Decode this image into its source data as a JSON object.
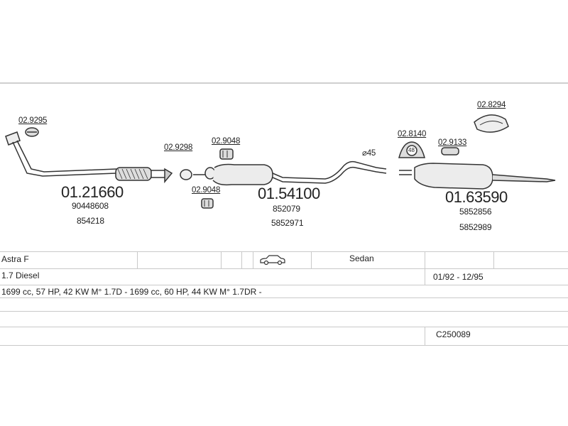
{
  "parts": {
    "clamp_1": "02.9295",
    "pipe_front": "01.21660",
    "pipe_front_oem_1": "90448608",
    "pipe_front_oem_2": "854218",
    "clamp_2": "02.9298",
    "clamp_3": "02.9048",
    "clamp_4": "02.9048",
    "middle_silencer": "01.54100",
    "middle_oem_1": "852079",
    "middle_oem_2": "5852971",
    "diameter": "⌀45",
    "clamp_5": "02.8140",
    "clamp_5_inner": "48",
    "clamp_6": "02.9133",
    "ring": "02.8294",
    "rear_silencer": "01.63590",
    "rear_oem_1": "5852856",
    "rear_oem_2": "5852989"
  },
  "vehicle": {
    "model": "Astra F",
    "body": "Sedan",
    "engine": "1.7 Diesel",
    "years": "01/92 - 12/95",
    "specs": "1699 cc, 57 HP, 42 KW M° 1.7D - 1699 cc, 60 HP, 44 KW M° 1.7DR -",
    "catalog": "C250089"
  },
  "icons": {
    "car": "sedan-car-icon"
  }
}
